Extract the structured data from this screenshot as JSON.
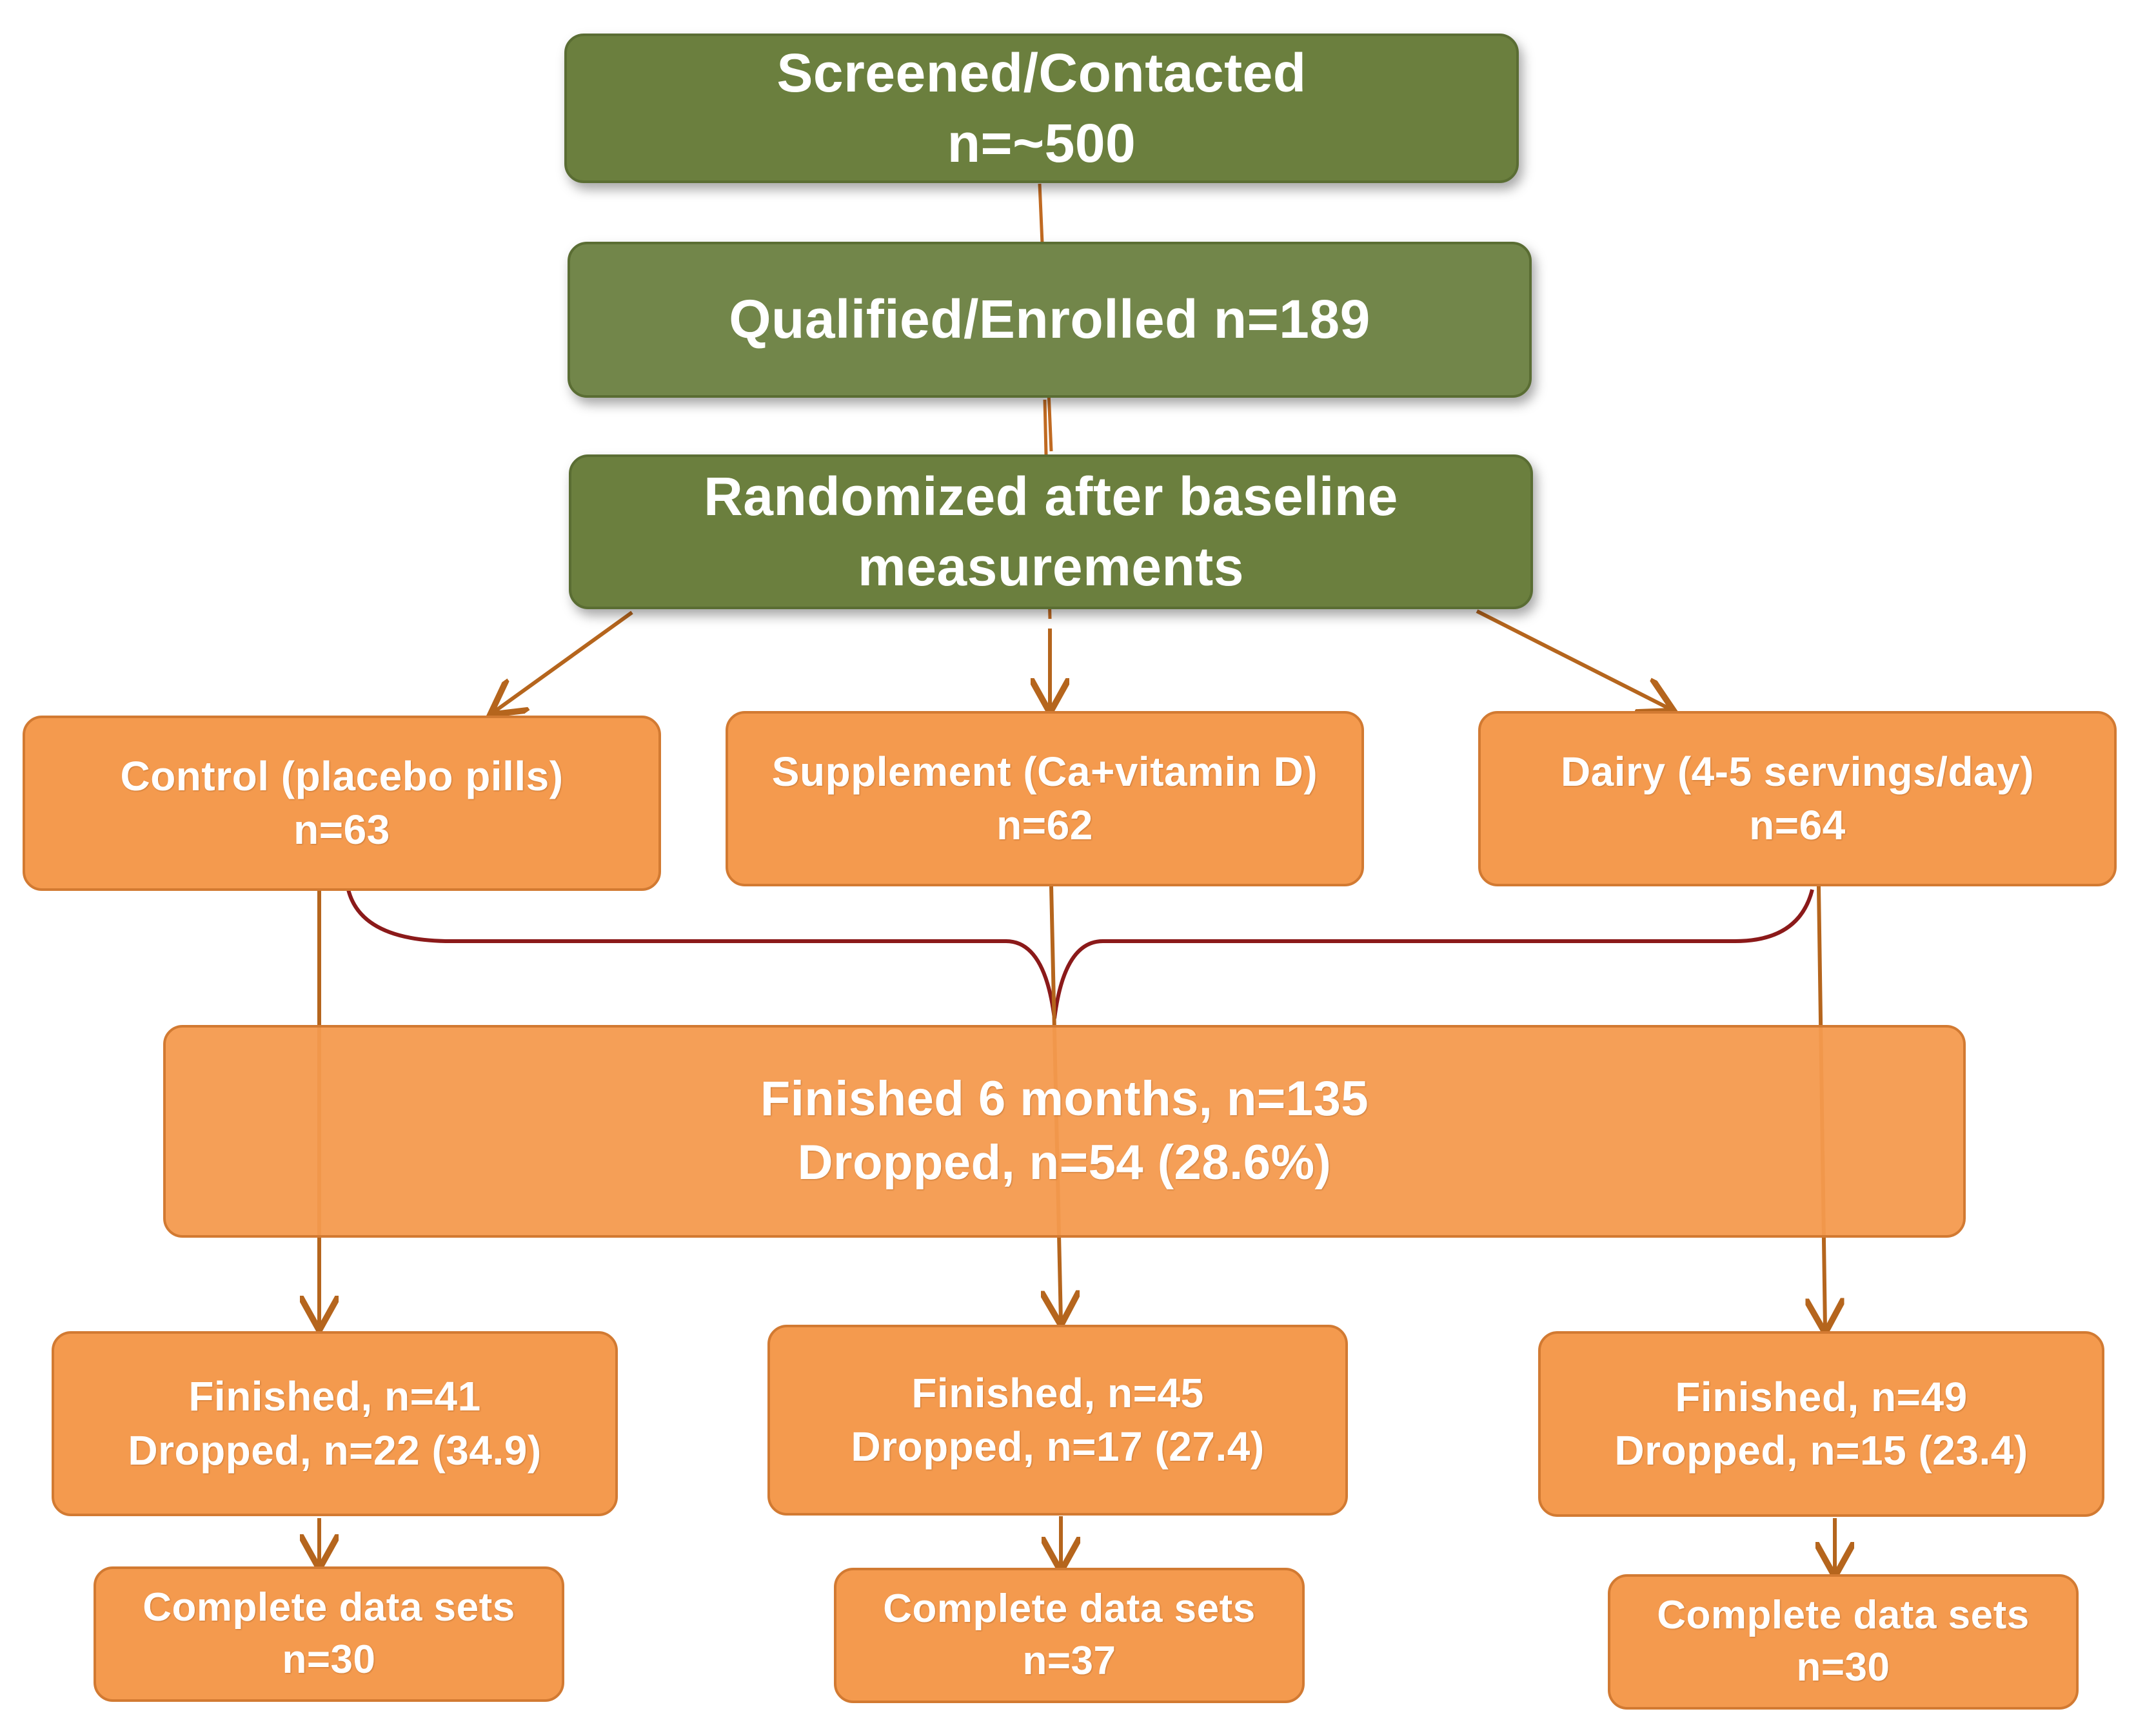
{
  "nodes": {
    "screened": {
      "line1": "Screened/Contacted",
      "line2": "n=~500"
    },
    "qualified": {
      "line1": "Qualified/Enrolled n=189"
    },
    "randomized": {
      "line1": "Randomized after baseline",
      "line2": "measurements"
    },
    "control": {
      "line1": "Control (placebo pills)",
      "line2": "n=63"
    },
    "supplement": {
      "line1": "Supplement (Ca+vitamin D)",
      "line2": "n=62"
    },
    "dairy": {
      "line1": "Dairy (4-5 servings/day)",
      "line2": "n=64"
    },
    "finished_6_months": {
      "line1": "Finished 6 months, n=135",
      "line2": "Dropped, n=54 (28.6%)"
    },
    "control_finished": {
      "line1": "Finished, n=41",
      "line2": "Dropped, n=22 (34.9)"
    },
    "supplement_finished": {
      "line1": "Finished, n=45",
      "line2": "Dropped, n=17 (27.4)"
    },
    "dairy_finished": {
      "line1": "Finished, n=49",
      "line2": "Dropped, n=15 (23.4)"
    },
    "control_complete": {
      "line1": "Complete data sets",
      "line2": "n=30"
    },
    "supplement_complete": {
      "line1": "Complete data sets",
      "line2": "n=37"
    },
    "dairy_complete": {
      "line1": "Complete data sets",
      "line2": "n=30"
    }
  },
  "edges": [
    {
      "from": "screened",
      "to": "qualified"
    },
    {
      "from": "qualified",
      "to": "randomized"
    },
    {
      "from": "randomized",
      "to": "control"
    },
    {
      "from": "randomized",
      "to": "supplement"
    },
    {
      "from": "randomized",
      "to": "dairy"
    },
    {
      "from": "control",
      "to": "control_finished"
    },
    {
      "from": "supplement",
      "to": "supplement_finished"
    },
    {
      "from": "dairy",
      "to": "dairy_finished"
    },
    {
      "from": "control_finished",
      "to": "control_complete"
    },
    {
      "from": "supplement_finished",
      "to": "supplement_complete"
    },
    {
      "from": "dairy_finished",
      "to": "dairy_complete"
    }
  ],
  "colors": {
    "green": "#6b7f3e",
    "orange": "#f49a4e",
    "arrow": "#b5651d",
    "brace": "#8b1a1a"
  }
}
